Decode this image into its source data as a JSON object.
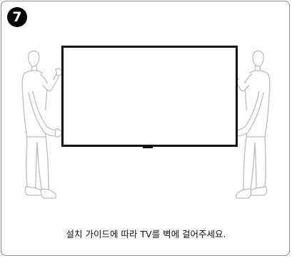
{
  "step": {
    "number": "7"
  },
  "caption": "설치 가이드에 따라 TV를 벽에 걸어주세요.",
  "illustration": {
    "subject": "Two people mounting a TV on the wall",
    "colors": {
      "tv_bezel": "#111111",
      "person_outline": "#bdbdbd",
      "frame_border": "#8e8e8e"
    }
  }
}
